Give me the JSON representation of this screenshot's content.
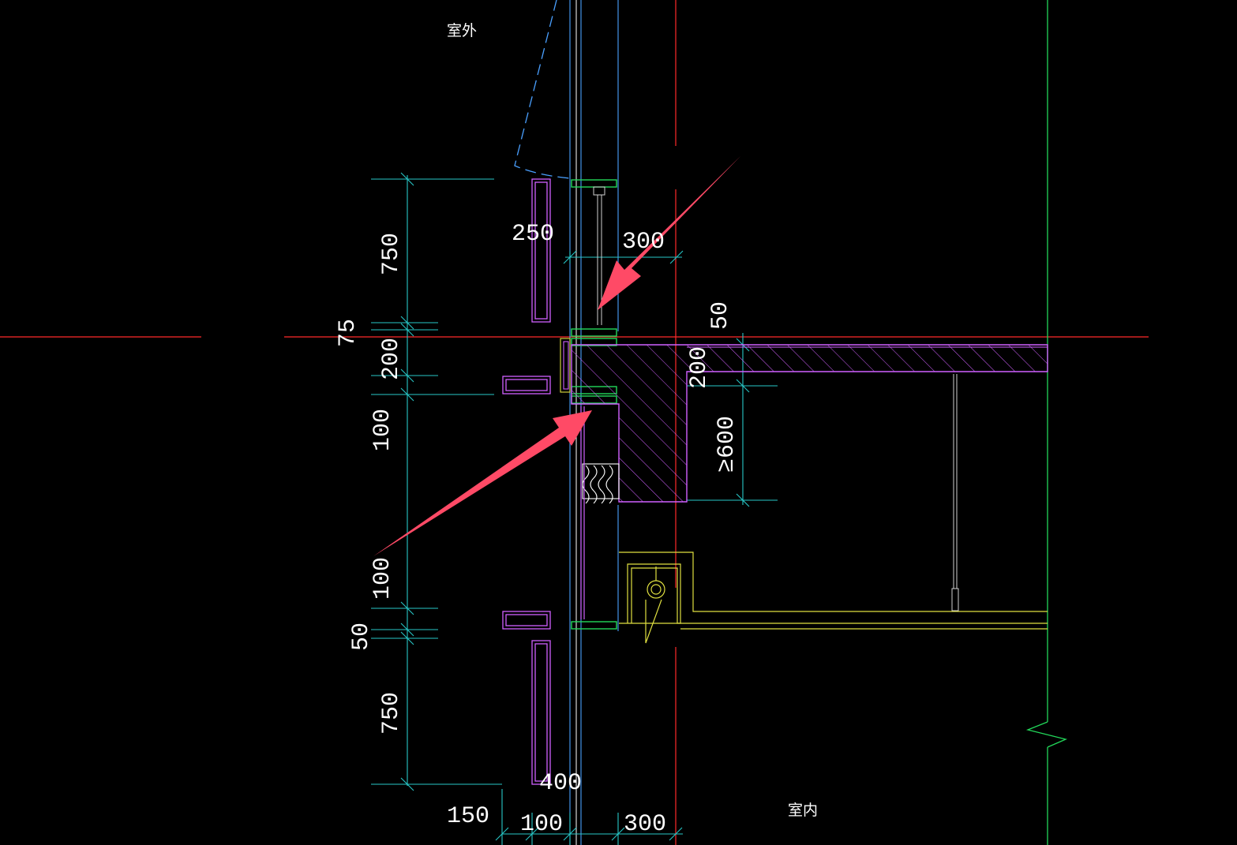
{
  "labels": {
    "outdoor": "室外",
    "indoor": "室内"
  },
  "dimensions": {
    "top_750": "750",
    "d_250": "250",
    "d_300_top": "300",
    "d_75": "75",
    "d_200_left": "200",
    "d_50_right": "50",
    "d_200_right": "200",
    "d_600": "≥600",
    "d_100_a": "100",
    "d_100_b": "100",
    "d_50_left": "50",
    "bottom_750": "750",
    "d_400": "400",
    "d_150": "150",
    "d_100_bottom": "100",
    "d_300_bottom": "300"
  },
  "colors": {
    "background": "#000000",
    "axis_red": "#ff2a2a",
    "dim_cyan": "#27c7c7",
    "frame_green": "#22d85a",
    "outline_magenta": "#d060ff",
    "trim_yellow": "#e0e040",
    "glass_blue": "#4aa0ff",
    "arrow_pink": "#ff4a66"
  }
}
